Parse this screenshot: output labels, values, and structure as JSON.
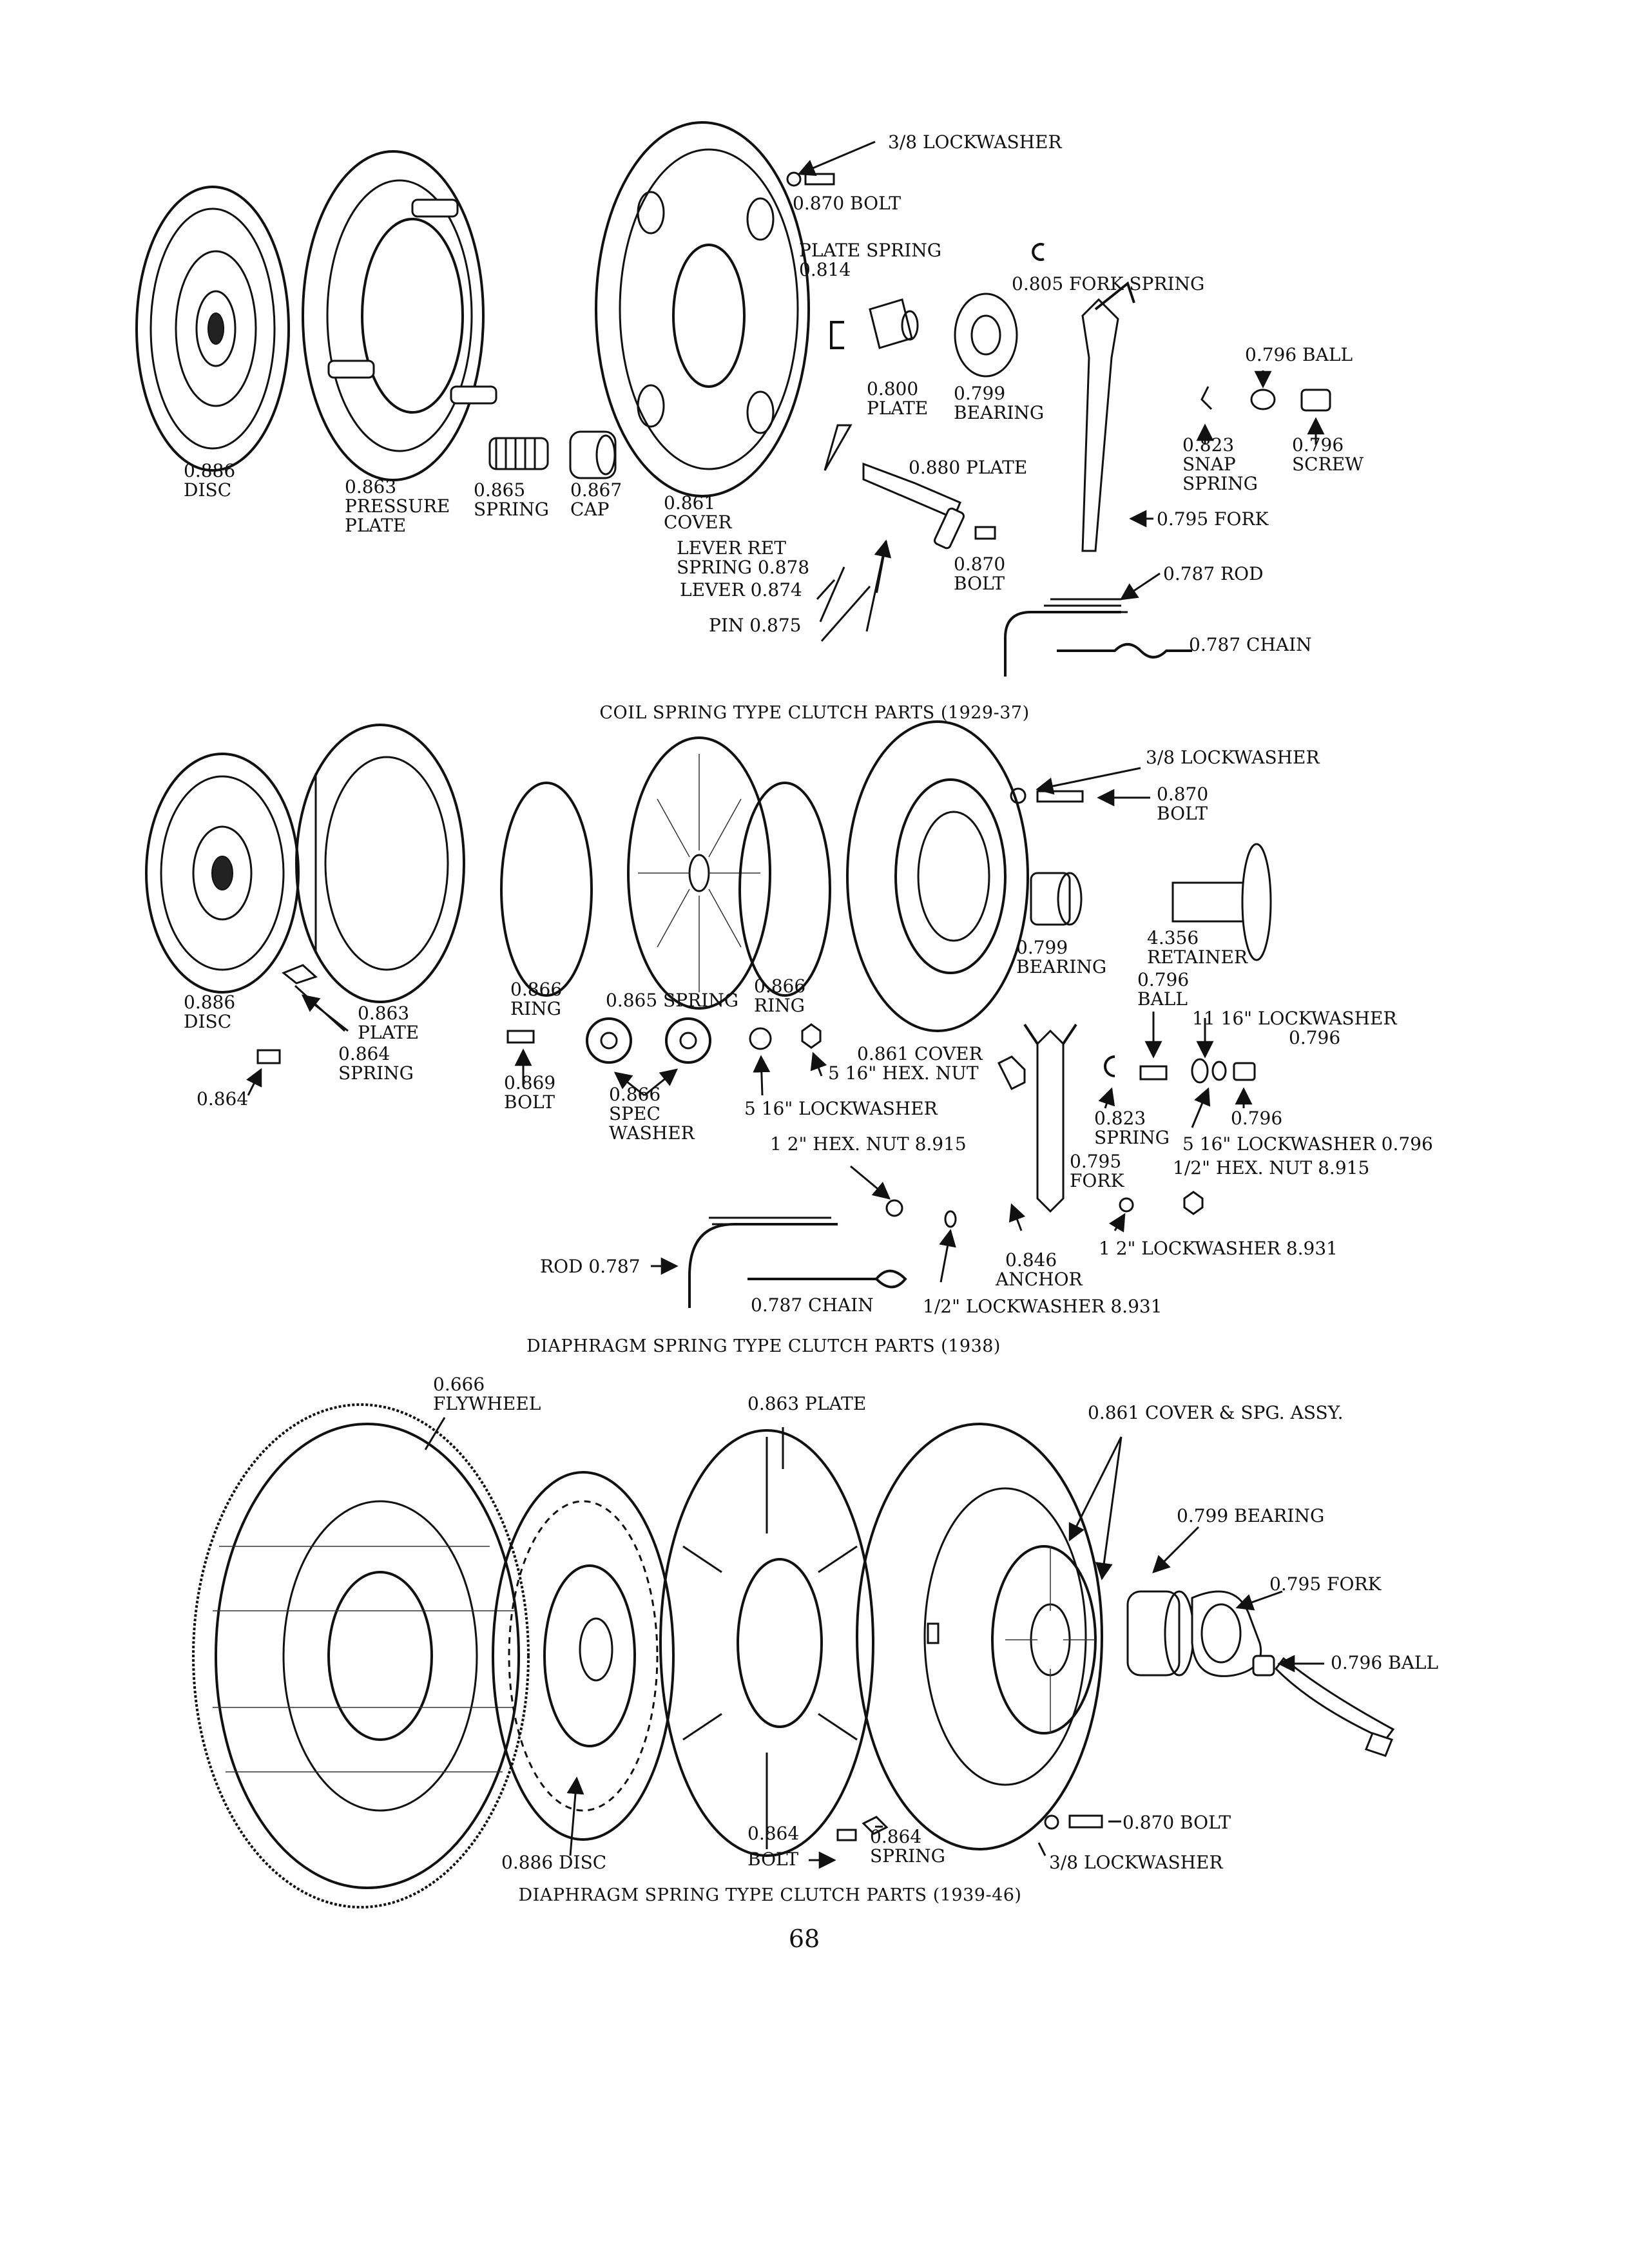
{
  "page_number": "68",
  "section1": {
    "caption": "COIL SPRING TYPE CLUTCH PARTS (1929-37)",
    "labels": {
      "lockwasher": "3/8 LOCKWASHER",
      "bolt870": "0.870 BOLT",
      "plate_spring_a": "PLATE SPRING",
      "plate_spring_b": "0.814",
      "fork_spring": "0.805 FORK SPRING",
      "ball": "0.796 BALL",
      "plate800_a": "0.800",
      "plate800_b": "PLATE",
      "bearing799_a": "0.799",
      "bearing799_b": "BEARING",
      "snap_a": "0.823",
      "snap_b": "SNAP",
      "snap_c": "SPRING",
      "screw_a": "0.796",
      "screw_b": "SCREW",
      "disc_a": "0.886",
      "disc_b": "DISC",
      "pp_a": "0.863",
      "pp_b": "PRESSURE",
      "pp_c": "PLATE",
      "spring_a": "0.865",
      "spring_b": "SPRING",
      "cap_a": "0.867",
      "cap_b": "CAP",
      "cover_a": "0.861",
      "cover_b": "COVER",
      "plate880": "0.880 PLATE",
      "fork795": "0.795 FORK",
      "lever_ret_a": "LEVER RET",
      "lever_ret_b": "SPRING 0.878",
      "lever": "LEVER 0.874",
      "bolt870b_a": "0.870",
      "bolt870b_b": "BOLT",
      "rod": "0.787 ROD",
      "pin": "PIN 0.875",
      "chain": "0.787 CHAIN"
    }
  },
  "section2": {
    "caption": "DIAPHRAGM SPRING TYPE CLUTCH PARTS (1938)",
    "labels": {
      "lockwasher": "3/8 LOCKWASHER",
      "bolt_a": "0.870",
      "bolt_b": "BOLT",
      "retainer_a": "4.356",
      "retainer_b": "RETAINER",
      "bearing_a": "0.799",
      "bearing_b": "BEARING",
      "ball_a": "0.796",
      "ball_b": "BALL",
      "lw1116_a": "11 16\" LOCKWASHER",
      "lw1116_b": "0.796",
      "disc_a": "0.886",
      "disc_b": "DISC",
      "plate_a": "0.863",
      "plate_b": "PLATE",
      "spring864_a": "0.864",
      "spring864_b": "SPRING",
      "bolt864": "0.864",
      "ring_l_a": "0.866",
      "ring_l_b": "RING",
      "spring865": "0.865 SPRING",
      "ring_r_a": "0.866",
      "ring_r_b": "RING",
      "cover861": "0.861 COVER",
      "hexnut516": "5 16\" HEX. NUT",
      "bolt869_a": "0.869",
      "bolt869_b": "BOLT",
      "spec_a": "0.866",
      "spec_b": "SPEC",
      "spec_c": "WASHER",
      "lw516": "5 16\" LOCKWASHER",
      "spring823_a": "0.823",
      "spring823_b": "SPRING",
      "num796": "0.796",
      "lw516r": "5 16\" LOCKWASHER 0.796",
      "hexnut12": "1 2\" HEX. NUT 8.915",
      "fork_a": "0.795",
      "fork_b": "FORK",
      "hexnut12r": "1/2\" HEX. NUT 8.915",
      "lw12r": "1 2\" LOCKWASHER 8.931",
      "anchor_a": "0.846",
      "anchor_b": "ANCHOR",
      "rod": "ROD 0.787",
      "chain": "0.787 CHAIN",
      "lw12b": "1/2\" LOCKWASHER 8.931"
    }
  },
  "section3": {
    "caption": "DIAPHRAGM SPRING TYPE CLUTCH PARTS (1939-46)",
    "labels": {
      "flywheel_a": "0.666",
      "flywheel_b": "FLYWHEEL",
      "plate": "0.863 PLATE",
      "cover": "0.861 COVER & SPG. ASSY.",
      "bearing": "0.799 BEARING",
      "fork": "0.795 FORK",
      "ball": "0.796 BALL",
      "disc": "0.886 DISC",
      "bolt864_a": "0.864",
      "bolt864_b": "BOLT",
      "spring864_a": "0.864",
      "spring864_b": "SPRING",
      "bolt870": "0.870 BOLT",
      "lockwasher": "3/8 LOCKWASHER"
    }
  }
}
